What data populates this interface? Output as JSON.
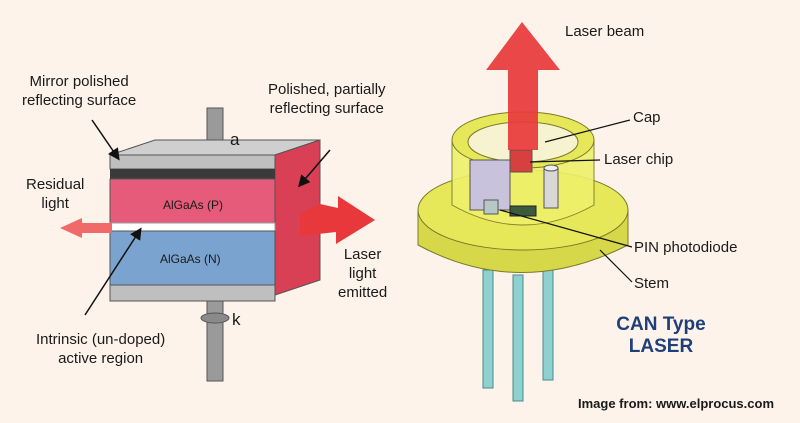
{
  "left_diagram": {
    "mirror_label": [
      "Mirror polished",
      "reflecting surface"
    ],
    "polished_label": [
      "Polished, partially",
      "reflecting surface"
    ],
    "residual_label": [
      "Residual",
      "light"
    ],
    "p_layer": "AlGaAs (P)",
    "n_layer": "AlGaAs (N)",
    "terminal_a": "a",
    "terminal_k": "k",
    "laser_label": [
      "Laser",
      "light",
      "emitted"
    ],
    "intrinsic_label": [
      "Intrinsic (un-doped)",
      "active region"
    ]
  },
  "right_diagram": {
    "beam_label": "Laser beam",
    "cap_label": "Cap",
    "chip_label": "Laser chip",
    "pin_label": "PIN photodiode",
    "stem_label": "Stem",
    "title": [
      "CAN Type",
      "LASER"
    ]
  },
  "credit": "Image from: www.elprocus.com",
  "colors": {
    "background": "#fdf3ea",
    "p_layer": "#e65a7a",
    "n_layer": "#7aa3cf",
    "laser_red": "#e8383b",
    "can_yellow": "#e6e85a",
    "title_blue": "#1f3f7a"
  }
}
